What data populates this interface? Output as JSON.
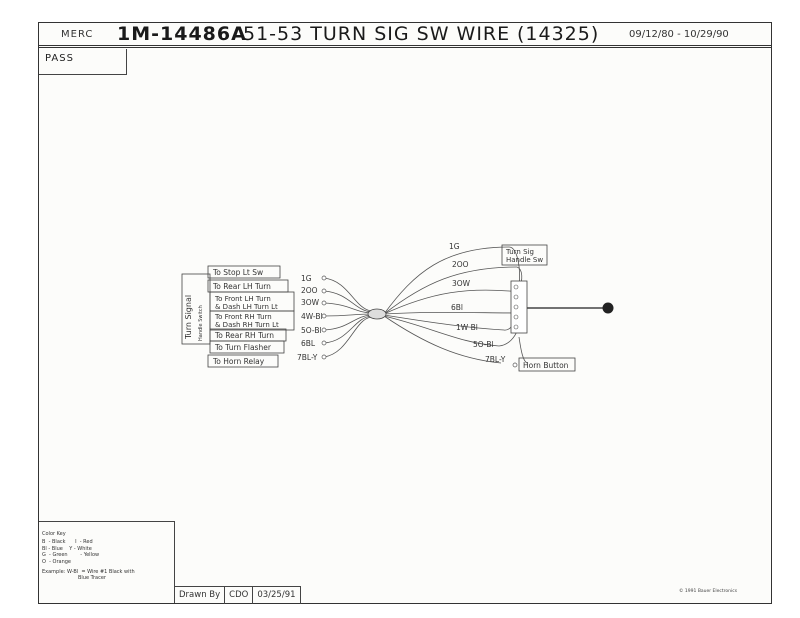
{
  "title": {
    "make": "MERC",
    "part_number": "1M-14486A",
    "description": "51-53 TURN SIG SW WIRE",
    "number": "(14325)",
    "dates": "09/12/80 - 10/29/90"
  },
  "pass_label": "PASS",
  "left_side_label": "Turn Signal",
  "left_side_label_2": "Handle Switch",
  "left_labels": [
    "To Stop Lt Sw",
    "To Rear LH Turn",
    "To Front LH Turn",
    "& Dash LH Turn Lt",
    "To Front RH Turn",
    "& Dash RH Turn Lt",
    "To Rear RH Turn",
    "To Turn Flasher",
    "To Horn Relay"
  ],
  "left_wire_codes": [
    "1G",
    "2OO",
    "3OW",
    "4W-Bl",
    "5O-Bl",
    "6BL",
    "7BL-Y"
  ],
  "right_wire_codes": [
    "1G",
    "2OO",
    "3OW",
    "6Bl",
    "1W Bl",
    "5O-Bl",
    "7BL-Y"
  ],
  "right_box_label": [
    "Turn Sig",
    "Handle Sw"
  ],
  "horn_button_label": "Horn Button",
  "color_key": {
    "title": "Color Key",
    "rows": [
      "B  - Black      I  - Red",
      "Bl - Blue    Y - White",
      "G  - Green        - Yellow",
      "O  - Orange"
    ],
    "example": "Example: W-Bl  = Wire #1 Black with",
    "example_2": "Blue Tracer"
  },
  "drawn_by": {
    "label": "Drawn By",
    "initials": "CDO",
    "date": "03/25/91"
  },
  "copyright": "© 1991 Bauer Electronics"
}
